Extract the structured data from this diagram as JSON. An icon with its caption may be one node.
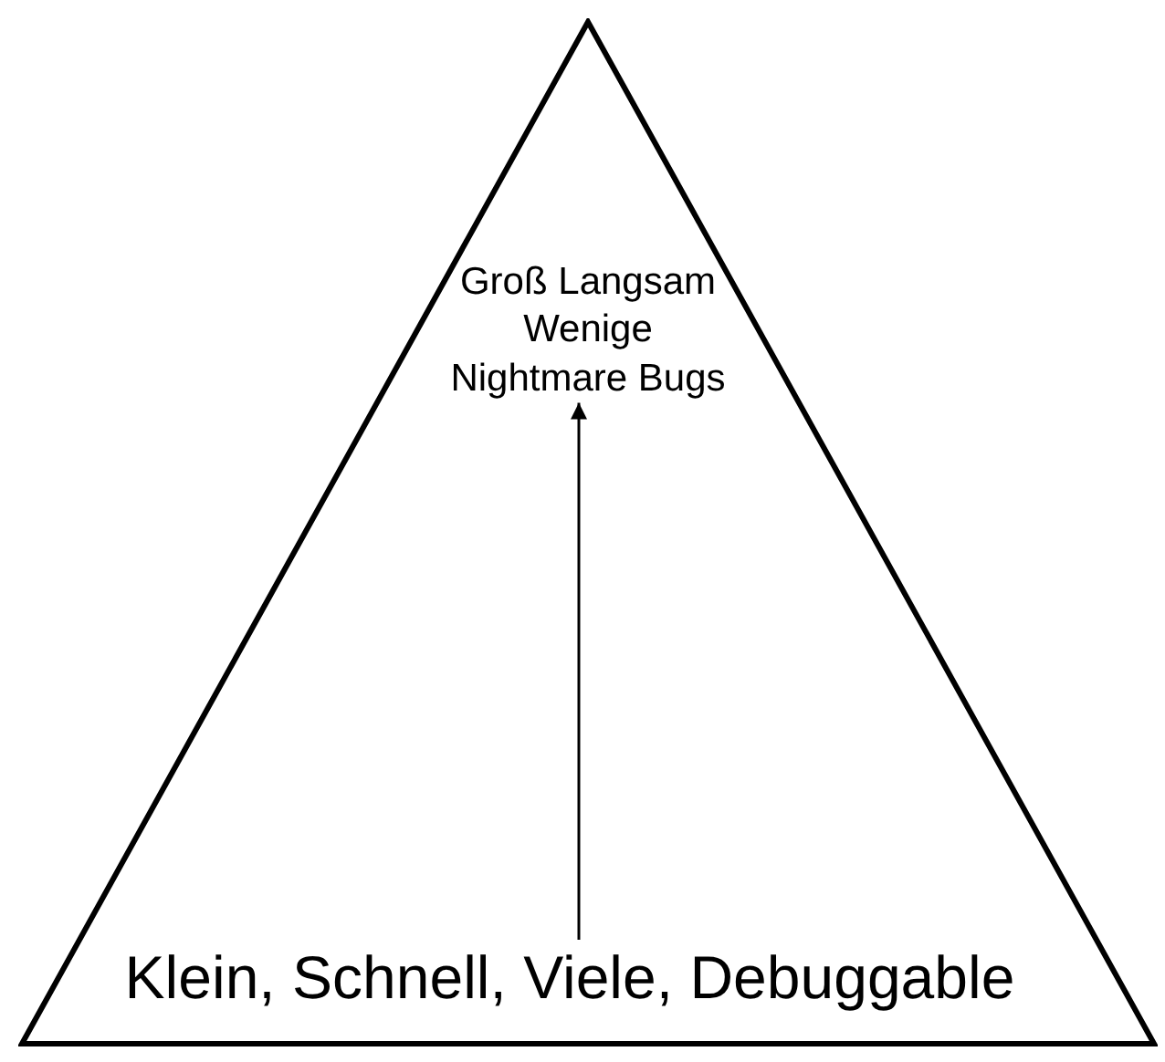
{
  "diagram": {
    "nodes": [
      {
        "text": [],
        "shape": "triangle"
      },
      {
        "text": [
          "Groß Langsam Wenige Nightmare Bugs"
        ],
        "in": 0
      },
      {
        "text": [
          "Klein, Schnell, Viele, Debuggable"
        ],
        "in": 0
      }
    ],
    "edges": [
      {
        "from": 2,
        "to": 1,
        "arrow": "to"
      }
    ]
  }
}
